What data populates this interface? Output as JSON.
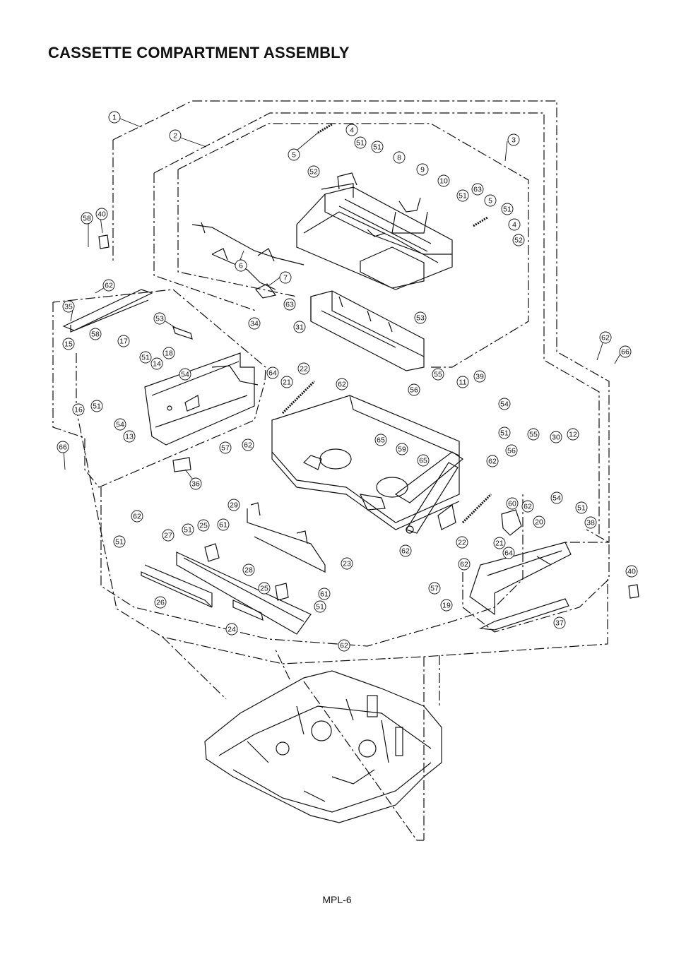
{
  "title": "CASSETTE COMPARTMENT ASSEMBLY",
  "page_number": "MPL-6",
  "callouts": [
    "1",
    "2",
    "3",
    "4",
    "5",
    "51",
    "51",
    "8",
    "9",
    "10",
    "51",
    "63",
    "5",
    "51",
    "4",
    "52",
    "52",
    "58",
    "40",
    "6",
    "7",
    "63",
    "53",
    "62",
    "35",
    "31",
    "53",
    "34",
    "62",
    "66",
    "58",
    "17",
    "15",
    "51",
    "18",
    "14",
    "54",
    "64",
    "21",
    "22",
    "62",
    "55",
    "11",
    "39",
    "56",
    "54",
    "51",
    "16",
    "51",
    "54",
    "13",
    "57",
    "62",
    "65",
    "59",
    "65",
    "55",
    "30",
    "12",
    "56",
    "62",
    "54",
    "51",
    "66",
    "36",
    "29",
    "62",
    "60",
    "62",
    "20",
    "38",
    "62",
    "27",
    "51",
    "25",
    "61",
    "51",
    "22",
    "21",
    "64",
    "23",
    "28",
    "62",
    "40",
    "57",
    "25",
    "61",
    "51",
    "26",
    "19",
    "37",
    "24",
    "62"
  ]
}
